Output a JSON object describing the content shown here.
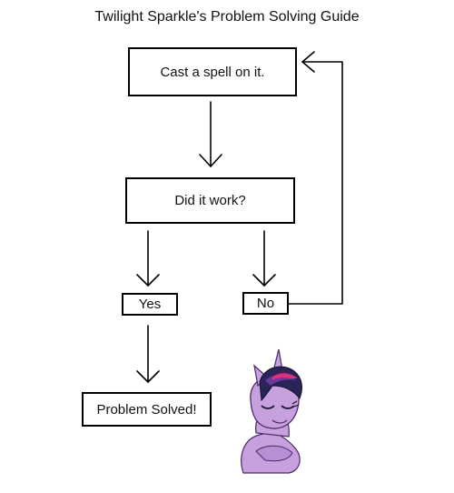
{
  "title": "Twilight Sparkle's Problem Solving Guide",
  "nodes": {
    "spell": "Cast a spell on it.",
    "work": "Did it work?",
    "yes": "Yes",
    "no": "No",
    "solved": "Problem Solved!"
  },
  "colors": {
    "coat": "#c7a0de",
    "mane_dark": "#2a2458",
    "mane_purple": "#6a3a9a",
    "mane_pink": "#e0307a",
    "line": "#000000"
  }
}
